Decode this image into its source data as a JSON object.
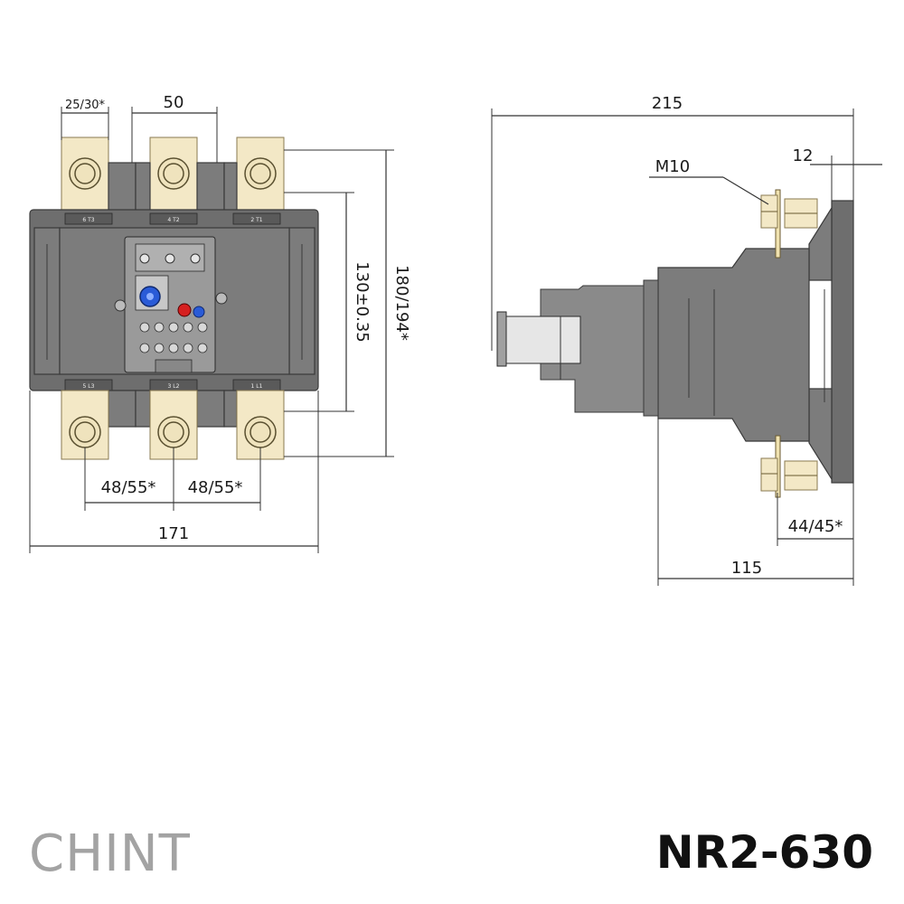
{
  "brand": {
    "logo_text": "CHINT"
  },
  "product": {
    "model": "NR2-630"
  },
  "front_view": {
    "dims": {
      "terminal_width": "25/30*",
      "pole_pitch": "50",
      "mount_height": "130±0.35",
      "overall_height": "180/194*",
      "bottom_pitch_left": "48/55*",
      "bottom_pitch_right": "48/55*",
      "overall_width": "171"
    },
    "terminal_labels_top": [
      "6 T3",
      "4 T2",
      "2 T1"
    ],
    "terminal_labels_bottom": [
      "5 L3",
      "3 L2",
      "1 L1"
    ]
  },
  "side_view": {
    "dims": {
      "overall_depth": "215",
      "bolt": "M10",
      "plate_thickness": "12",
      "bolt_offset": "44/45*",
      "base_depth": "115"
    }
  },
  "colors": {
    "housing": "#6e6e6e",
    "terminal": "#f3e8c6",
    "reset_button": "#d62020",
    "dial": "#2a5bd7"
  }
}
